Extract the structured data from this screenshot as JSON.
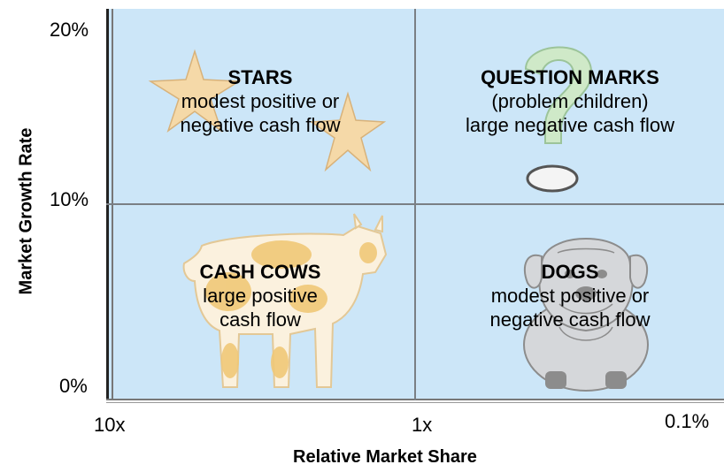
{
  "y_axis": {
    "title": "Market Growth Rate",
    "ticks": [
      "20%",
      "10%",
      "0%"
    ]
  },
  "x_axis": {
    "title": "Relative Market Share",
    "ticks": [
      "10x",
      "1x",
      "0.1%"
    ]
  },
  "quadrants": {
    "stars": {
      "title": "STARS",
      "lines": [
        "modest positive or",
        "negative cash flow"
      ],
      "icon": "star-icon"
    },
    "question_marks": {
      "title": "QUESTION MARKS",
      "lines": [
        "(problem children)",
        "large negative cash flow"
      ],
      "icon": "question-mark-icon"
    },
    "cash_cows": {
      "title": "CASH COWS",
      "lines": [
        "large positive",
        "cash flow"
      ],
      "icon": "cow-icon"
    },
    "dogs": {
      "title": "DOGS",
      "lines": [
        "modest positive or",
        "negative cash flow"
      ],
      "icon": "dog-icon"
    }
  },
  "colors": {
    "quadrant_fill": "#cce6f8",
    "divider": "#7a7f84",
    "star": "#f5d9a8",
    "cow_patch": "#f0c878",
    "question_mark": "#cfe9c8",
    "dog": "#8c8c8c"
  }
}
